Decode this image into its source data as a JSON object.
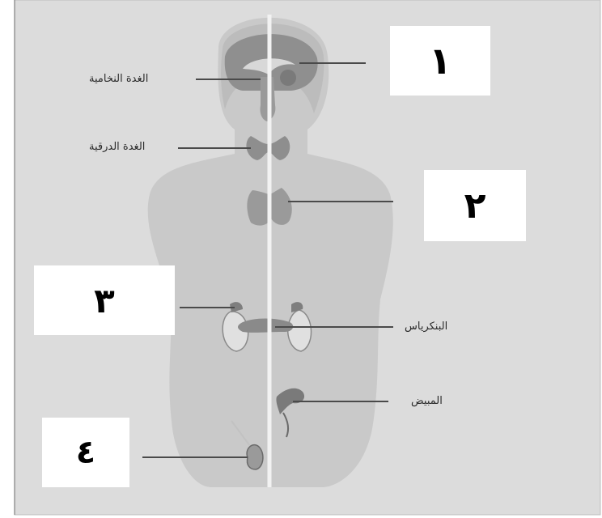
{
  "diagram": {
    "colors": {
      "background": "#dcdcdc",
      "silhouette": "#c9c9c9",
      "organ": "#9a9a9a",
      "organ_dark": "#7a7a7a",
      "line": "#4a4a4a",
      "box": "#ffffff",
      "midline": "#f2f2f2"
    },
    "number_boxes": [
      {
        "id": "box-1",
        "text": "١"
      },
      {
        "id": "box-2",
        "text": "٢"
      },
      {
        "id": "box-3",
        "text": "٣"
      },
      {
        "id": "box-4",
        "text": "٤"
      }
    ],
    "labels": {
      "thalamus": "الغدة النخامية",
      "thyroid": "الغدة الدرقية",
      "pancreas": "البنكرياس",
      "ovary": "المبيض"
    }
  }
}
